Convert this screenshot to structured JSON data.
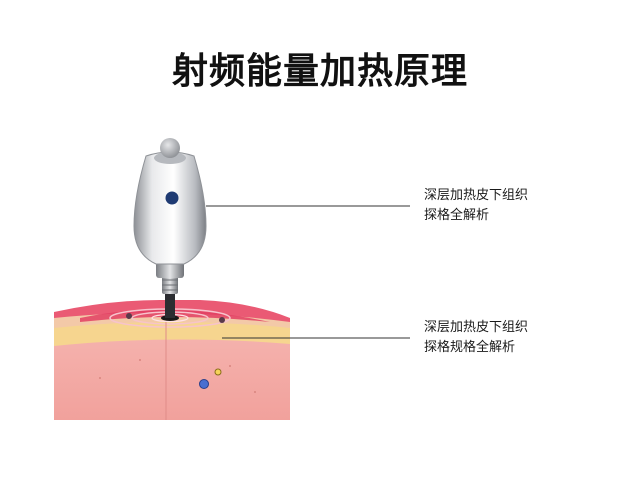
{
  "title": "射频能量加热原理",
  "callouts": [
    {
      "line1": "深层加热皮下组织",
      "line2": "探格全解析"
    },
    {
      "line1": "深层加热皮下组织",
      "line2": "探格规格全解析"
    }
  ],
  "colors": {
    "skin_base": "#f2a7a3",
    "skin_top": "#ea5a74",
    "fat_layer": "#f6d58f",
    "probe_body": "#c9cbce",
    "probe_dot": "#1f3b73",
    "leader_line": "#333333"
  }
}
